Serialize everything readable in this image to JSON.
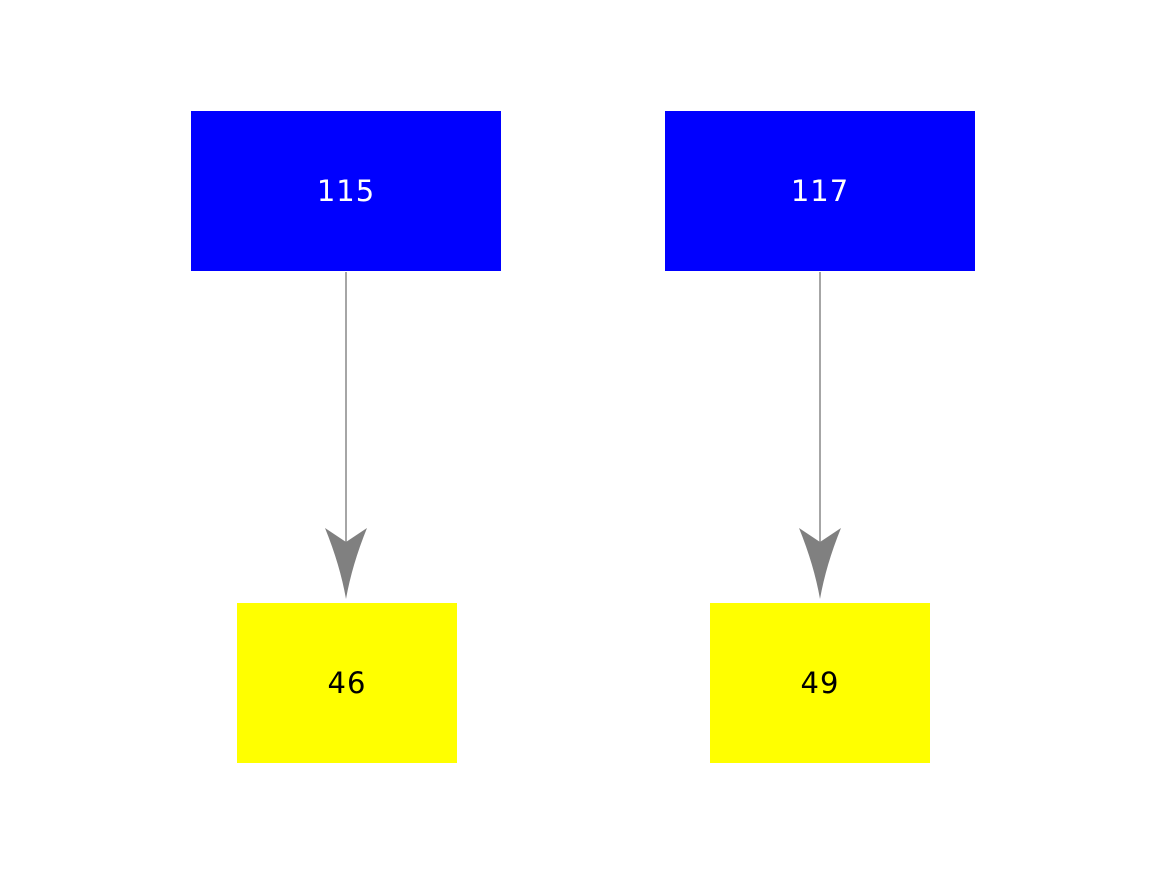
{
  "diagram": {
    "background": "#ffffff",
    "colors": {
      "parent_fill": "#0000ff",
      "parent_text": "#ffffff",
      "child_fill": "#ffff00",
      "child_text": "#000000",
      "arrow": "#808080"
    },
    "nodes": [
      {
        "id": "115",
        "label": "115",
        "role": "parent"
      },
      {
        "id": "117",
        "label": "117",
        "role": "parent"
      },
      {
        "id": "46",
        "label": "46",
        "role": "child"
      },
      {
        "id": "49",
        "label": "49",
        "role": "child"
      }
    ],
    "edges": [
      {
        "from": "115",
        "to": "46"
      },
      {
        "from": "117",
        "to": "49"
      }
    ]
  }
}
